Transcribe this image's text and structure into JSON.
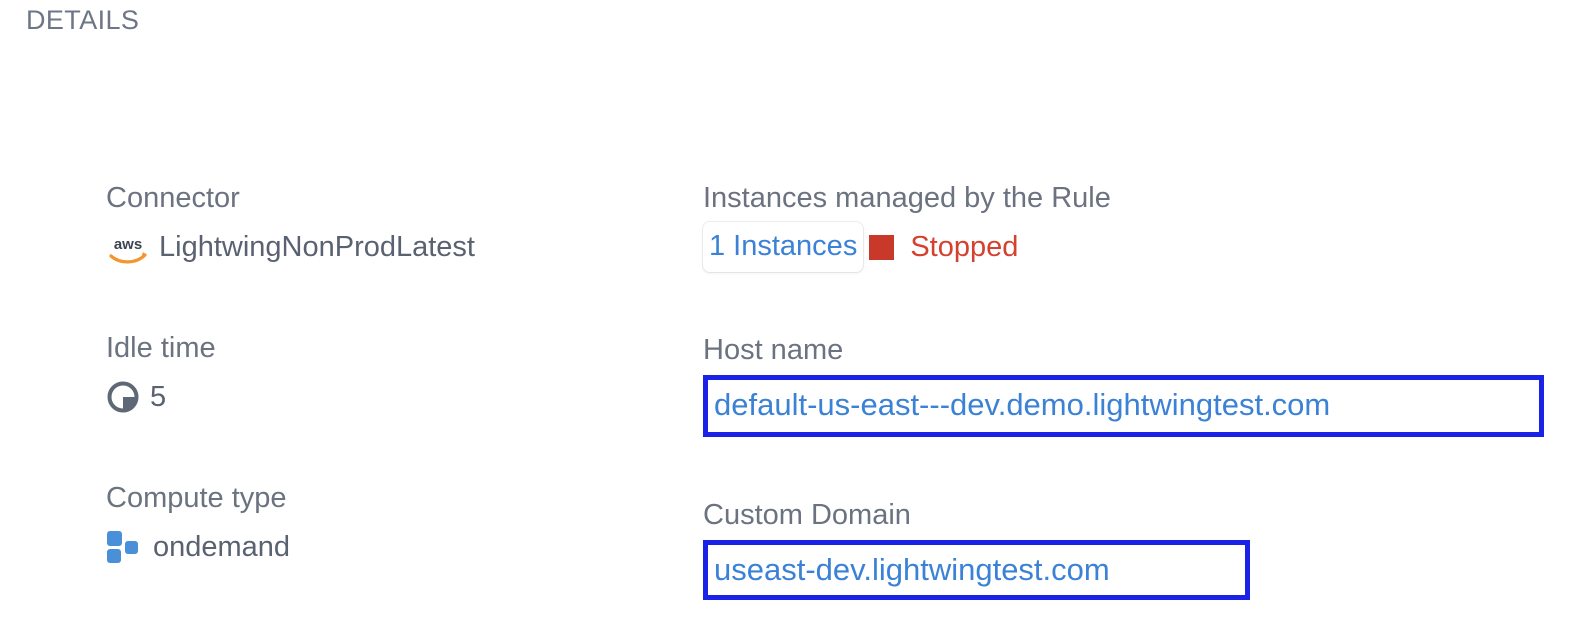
{
  "section": {
    "title": "DETAILS"
  },
  "colors": {
    "label": "#6b7280",
    "value": "#5a6271",
    "link": "#3b82d6",
    "status_stopped": "#d4412f",
    "status_square": "#c9392a",
    "highlight_border": "#1a22e8",
    "aws_orange": "#f2962d",
    "aws_dark": "#3c4351",
    "compute_blue": "#4a90d9",
    "clock_gray": "#5f6877",
    "background": "#ffffff"
  },
  "left_column": [
    {
      "label": "Connector",
      "icon": "aws-logo-icon",
      "value": "LightwingNonProdLatest"
    },
    {
      "label": "Idle time",
      "icon": "clock-icon",
      "value": "5"
    },
    {
      "label": "Compute type",
      "icon": "blocks-icon",
      "value": "ondemand"
    }
  ],
  "right_column": {
    "instances": {
      "label": "Instances managed by the Rule",
      "count_label": "1 Instances",
      "status": "Stopped"
    },
    "host_name": {
      "label": "Host name",
      "value": "default-us-east---dev.demo.lightwingtest.com"
    },
    "custom_domain": {
      "label": "Custom Domain",
      "value": "useast-dev.lightwingtest.com"
    }
  }
}
